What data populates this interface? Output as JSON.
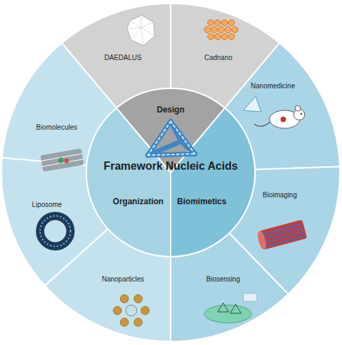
{
  "diagram": {
    "nodes": [
      {
        "text": [
          "DAEDALUS"
        ]
      },
      {
        "text": [
          "Cadnano"
        ]
      },
      {
        "text": [
          "Nanomedicine"
        ]
      },
      {
        "text": [
          "Design"
        ]
      },
      {
        "text": [
          "Biomolecules"
        ]
      },
      {
        "text": [
          "Framework Nucleic Acids"
        ]
      },
      {
        "text": [
          "Bioimaging"
        ]
      },
      {
        "text": [
          "Organization"
        ]
      },
      {
        "text": [
          "Biomimetics"
        ]
      },
      {
        "text": [
          "Liposome"
        ]
      },
      {
        "text": [
          "Nanoparticles"
        ]
      },
      {
        "text": [
          "Biosensing"
        ]
      }
    ]
  }
}
